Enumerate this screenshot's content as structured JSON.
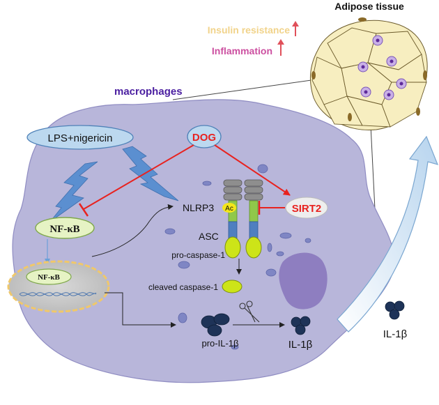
{
  "tissue": {
    "title": "Adipose tissue"
  },
  "effects": {
    "insulin": "Insulin resistance",
    "inflammation": "Inflammation",
    "insulin_color": "#f1d38a",
    "inflammation_color": "#cc4fa0",
    "arrow_color": "#e0505a"
  },
  "cell": {
    "label": "macrophages",
    "label_color": "#4a1ea0",
    "fill": "#b8b6da"
  },
  "stimulus": {
    "label": "LPS+nigericin"
  },
  "drug": {
    "label": "DOG",
    "color": "#e8221f"
  },
  "sirt2": {
    "label": "SIRT2"
  },
  "nfkb": {
    "top": "NF-κB",
    "nuclear": "NF-κB"
  },
  "inflammasome": {
    "nlrp3": "NLRP3",
    "ac": "Ac",
    "asc": "ASC",
    "pro_caspase": "pro-caspase-1",
    "cleaved_caspase": "cleaved caspase-1"
  },
  "cytokine": {
    "pro": "pro-IL-1β",
    "mature": "IL-1β",
    "secreted": "IL-1β"
  },
  "icons": {
    "lightning": "lightning-bolt-icon",
    "scissors": "scissors-icon",
    "dna": "dna-icon"
  }
}
